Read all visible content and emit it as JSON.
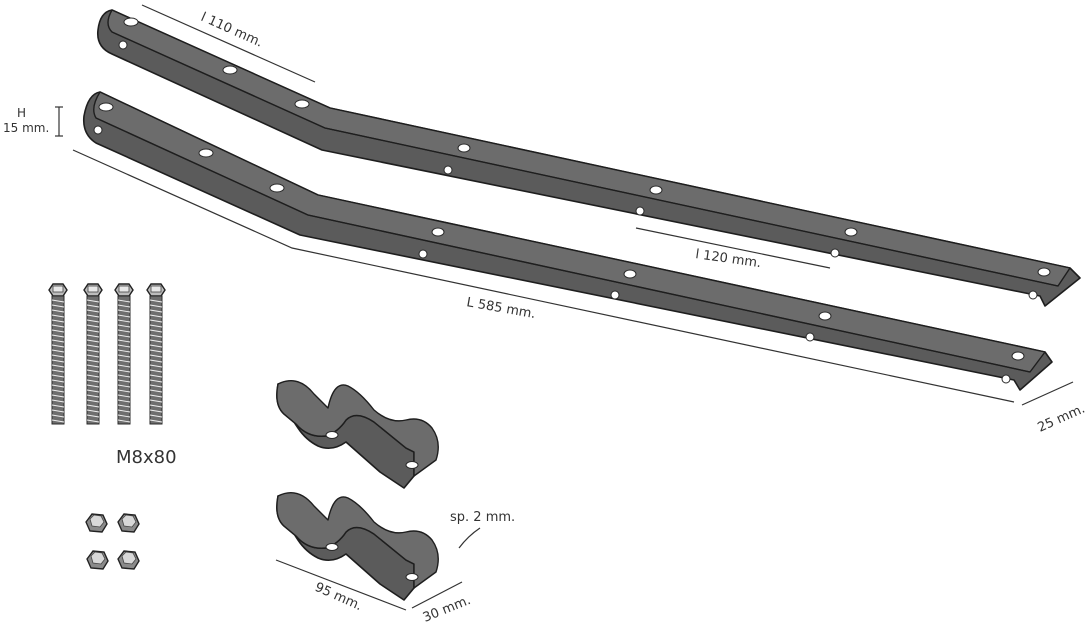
{
  "labels": {
    "top_segment": "l 110 mm.",
    "height_symbol": "H",
    "height_value": "15 mm.",
    "inner_segment": "l 120 mm.",
    "length": "L 585 mm.",
    "width": "25 mm.",
    "bolt": "M8x80",
    "thickness": "sp. 2 mm.",
    "saddle_length": "95 mm.",
    "saddle_width": "30 mm."
  },
  "colors": {
    "metal": "#5b5b5b",
    "outline": "#1e1e1e",
    "text": "#333333"
  }
}
